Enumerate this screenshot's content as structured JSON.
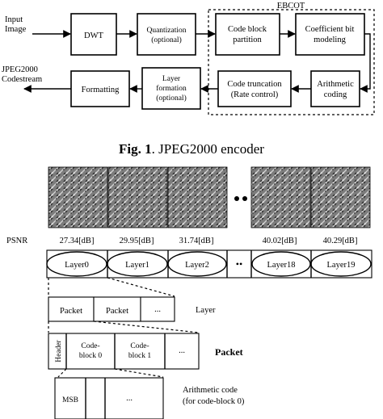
{
  "encoder": {
    "input_label": [
      "Input",
      "Image"
    ],
    "ebcot_label": "EBCOT",
    "dwt": "DWT",
    "quantization": [
      "Quantization",
      "(optional)"
    ],
    "code_block_partition": [
      "Code block",
      "partition"
    ],
    "coefficient_bit_modeling": [
      "Coefficient bit",
      "modeling"
    ],
    "arithmetic_coding": [
      "Arithmetic",
      "coding"
    ],
    "code_truncation": [
      "Code truncation",
      "(Rate control)"
    ],
    "layer_formation": [
      "Layer",
      "formation",
      "(optional)"
    ],
    "formatting": "Formatting",
    "output_label": [
      "JPEG2000",
      "Codestream"
    ],
    "caption_prefix": "Fig. 1",
    "caption_text": ". JPEG2000 encoder"
  },
  "layers": {
    "psnr_label": "PSNR",
    "psnr_values": [
      "27.34[dB]",
      "29.95[dB]",
      "31.74[dB]",
      "40.02[dB]",
      "40.29[dB]"
    ],
    "dots": "••",
    "names": [
      "Layer0",
      "Layer1",
      "Layer2",
      "Layer18",
      "Layer19"
    ]
  },
  "layer_structure": {
    "packet_labels": [
      "Packet",
      "Packet",
      "..."
    ],
    "title": "Layer"
  },
  "packet_structure": {
    "header": "Header",
    "code_block_0": [
      "Code-",
      "block 0"
    ],
    "code_block_1": [
      "Code-",
      "block 1"
    ],
    "ellipsis": "...",
    "title": "Packet"
  },
  "arithmetic_structure": {
    "msb": "MSB",
    "ellipsis": "...",
    "title": [
      "Arithmetic code",
      "(for code-block 0)"
    ]
  },
  "colors": {
    "ink": "#000000",
    "paper": "#ffffff",
    "image_gray": "#8a8a8a"
  }
}
